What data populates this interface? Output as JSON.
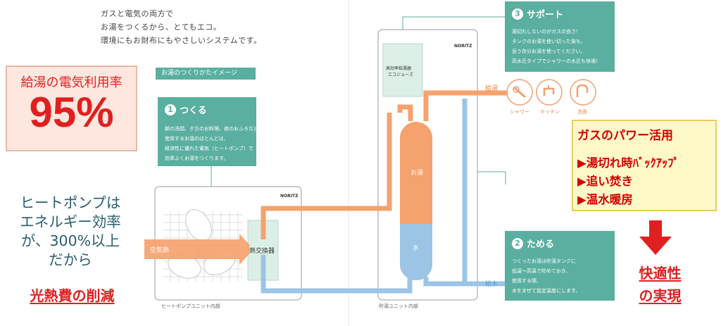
{
  "intro": {
    "line1": "ガスと電気の両方で",
    "line2": "お湯をつくるから、とてもエコ。",
    "line3": "環境にもお財布にもやさしいシステムです。"
  },
  "rate": {
    "label": "給湯の電気利用率",
    "value": "95%"
  },
  "heatpump_text": {
    "line1": "ヒートポンプは",
    "line2": "エネルギー効率",
    "line3": "が、300%以上",
    "line4": "だから"
  },
  "cost_reduction": "光熱費の削減",
  "image_badge": "お湯のつくりかたイメージ",
  "step1": {
    "num": "1",
    "title": "つくる",
    "body": [
      "朝の洗顔、夕方のお料理、夜のおふろなど、",
      "使用するお湯のほとんどは、",
      "経済性に優れた電気（ヒートポンプ）で",
      "効率よくお湯をつくります。"
    ]
  },
  "step2": {
    "num": "2",
    "title": "ためる",
    "body": [
      "つくったお湯は貯湯タンクに",
      "低温〜高温で貯めておき、",
      "使用する際、",
      "水をまぜて設定温度にします。"
    ]
  },
  "step3": {
    "num": "3",
    "title": "サポート",
    "body": [
      "湯切れしないのがガスの良さ！",
      "タンクのお湯を使い切った後も、",
      "息う存分お湯を使ってください。",
      "高水圧タイプでシャワーの水圧も快適！"
    ]
  },
  "gas": {
    "title": "ガスのパワー活用",
    "items": [
      "▶湯切れ時ﾊﾞｯｸｱｯﾌﾟ",
      "▶追い焚き",
      "▶温水暖房"
    ]
  },
  "comfort": {
    "line1": "快適性",
    "line2": "の実現"
  },
  "diagram": {
    "air_heat": "空気熱",
    "heat_exchanger": "熱交換器",
    "hot_water": "お湯",
    "water": "水",
    "supply": "給湯",
    "inlet": "給水",
    "hp_unit": "ヒートポンプユニット内部",
    "tank_unit": "貯湯ユニット内部",
    "boiler_label1": "高効率給湯器",
    "boiler_label2": "エコジョーズ",
    "brand": "NORITZ",
    "fixtures": [
      "シャワー",
      "キッチン",
      "洗面"
    ]
  },
  "colors": {
    "teal": "#5aafa0",
    "orange": "#f5a26e",
    "blue": "#9cc4e6",
    "red": "#e02020"
  },
  "icons": [
    "shower-icon",
    "faucet-icon",
    "basin-icon",
    "down-arrow-icon"
  ]
}
